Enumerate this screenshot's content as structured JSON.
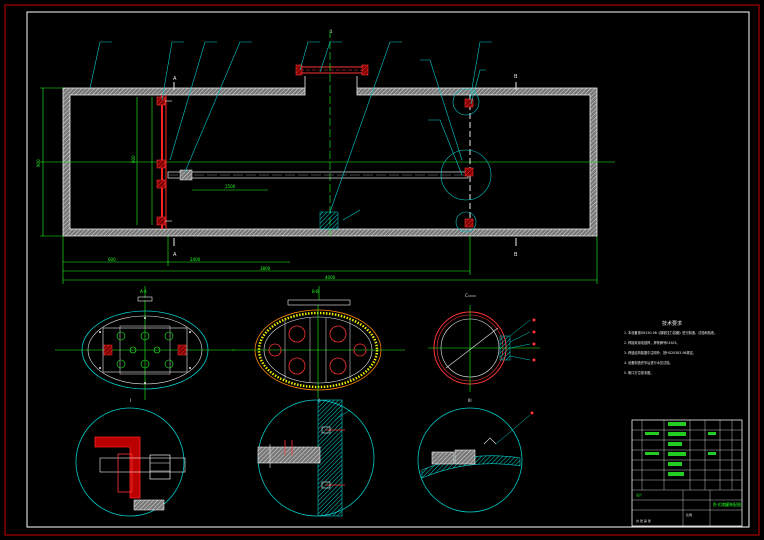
{
  "drawing": {
    "section_labels": {
      "a_left": "A",
      "a_left_bottom": "A",
      "b_right": "B",
      "b_right_bottom": "B",
      "top_mark": "1"
    },
    "dimensions": {
      "overall_length": "4000",
      "inner_length": "3800",
      "to_manhole": "2400",
      "to_support": "600",
      "height": "900",
      "inner_height": "600",
      "pipe_length": "1500"
    },
    "detail_labels": {
      "section_a": "A-A",
      "section_b": "B-B",
      "flange_view": "C",
      "detail_1": "I",
      "detail_2": "II",
      "detail_3": "III"
    },
    "notes_title": "技术要求",
    "notes_lines": [
      "1. 本设备按GB150-98《钢制压力容器》进行制造、试验和验收。",
      "2. 焊接采用电弧焊，焊条牌号E4303。",
      "3. 焊缝结构除图中注明外，按HG20583-98规定。",
      "4. 设备制造完毕后进行水压试验。",
      "5. 管口方位按本图。"
    ],
    "title_block": {
      "drawing_title": "卧式储罐装配图",
      "sub_title": "设计",
      "scale_label": "比例",
      "sheet_label": "共 张 第 张"
    }
  }
}
